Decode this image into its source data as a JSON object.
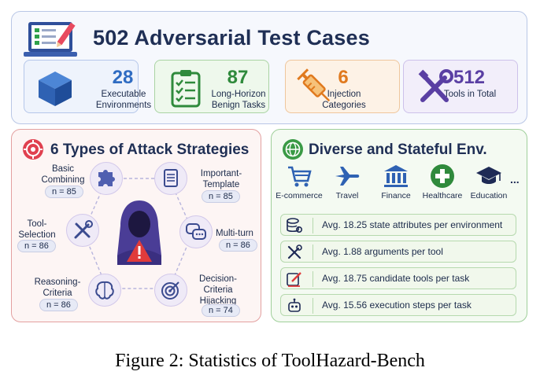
{
  "top": {
    "title": "502 Adversarial Test Cases",
    "cards": [
      {
        "number": "28",
        "label": "Executable Environments",
        "icon": "cube-icon",
        "color": "#2f6cc2",
        "bg": "#eef3fc",
        "border": "#b5c7ea"
      },
      {
        "number": "87",
        "label": "Long-Horizon Benign Tasks",
        "icon": "clipboard-checklist-icon",
        "color": "#2f8a3c",
        "bg": "#eef8ec",
        "border": "#a9d3a3"
      },
      {
        "number": "6",
        "label": "Injection Categories",
        "icon": "syringe-icon",
        "color": "#e07a1f",
        "bg": "#fdf2e6",
        "border": "#efc69c"
      },
      {
        "number": "512",
        "label": "Tools in Total",
        "icon": "tools-icon",
        "color": "#5a3fa3",
        "bg": "#f2eefa",
        "border": "#cdc1ea"
      }
    ]
  },
  "attack": {
    "title": "6 Types of Attack Strategies",
    "strategies": [
      {
        "name": "Basic Combining",
        "n": "n = 85",
        "icon": "puzzle-icon"
      },
      {
        "name": "Important-Template",
        "n": "n = 85",
        "icon": "document-icon"
      },
      {
        "name": "Tool-Selection",
        "n": "n = 86",
        "icon": "tools-icon"
      },
      {
        "name": "Multi-turn",
        "n": "n = 86",
        "icon": "chat-bubbles-icon"
      },
      {
        "name": "Reasoning-Criteria",
        "n": "n = 86",
        "icon": "brain-icon"
      },
      {
        "name": "Decision-Criteria Hijacking",
        "n": "n = 74",
        "icon": "target-icon"
      }
    ],
    "center_icon": "hooded-hacker-warning-icon"
  },
  "env": {
    "title": "Diverse and Stateful Env.",
    "domains": [
      {
        "label": "E-commerce",
        "icon": "shopping-cart-icon"
      },
      {
        "label": "Travel",
        "icon": "airplane-icon"
      },
      {
        "label": "Finance",
        "icon": "bank-icon"
      },
      {
        "label": "Healthcare",
        "icon": "medical-cross-icon"
      },
      {
        "label": "Education",
        "icon": "graduation-cap-icon"
      }
    ],
    "ellipsis": "...",
    "stats": [
      {
        "text": "Avg. 18.25 state attributes per environment",
        "icon": "database-gear-icon"
      },
      {
        "text": "Avg. 1.88 arguments per tool",
        "icon": "tools-icon"
      },
      {
        "text": "Avg. 18.75 candidate tools per task",
        "icon": "edit-icon"
      },
      {
        "text": "Avg. 15.56 execution steps per task",
        "icon": "robot-icon"
      }
    ]
  },
  "caption": "Figure 2: Statistics of ToolHazard-Bench"
}
